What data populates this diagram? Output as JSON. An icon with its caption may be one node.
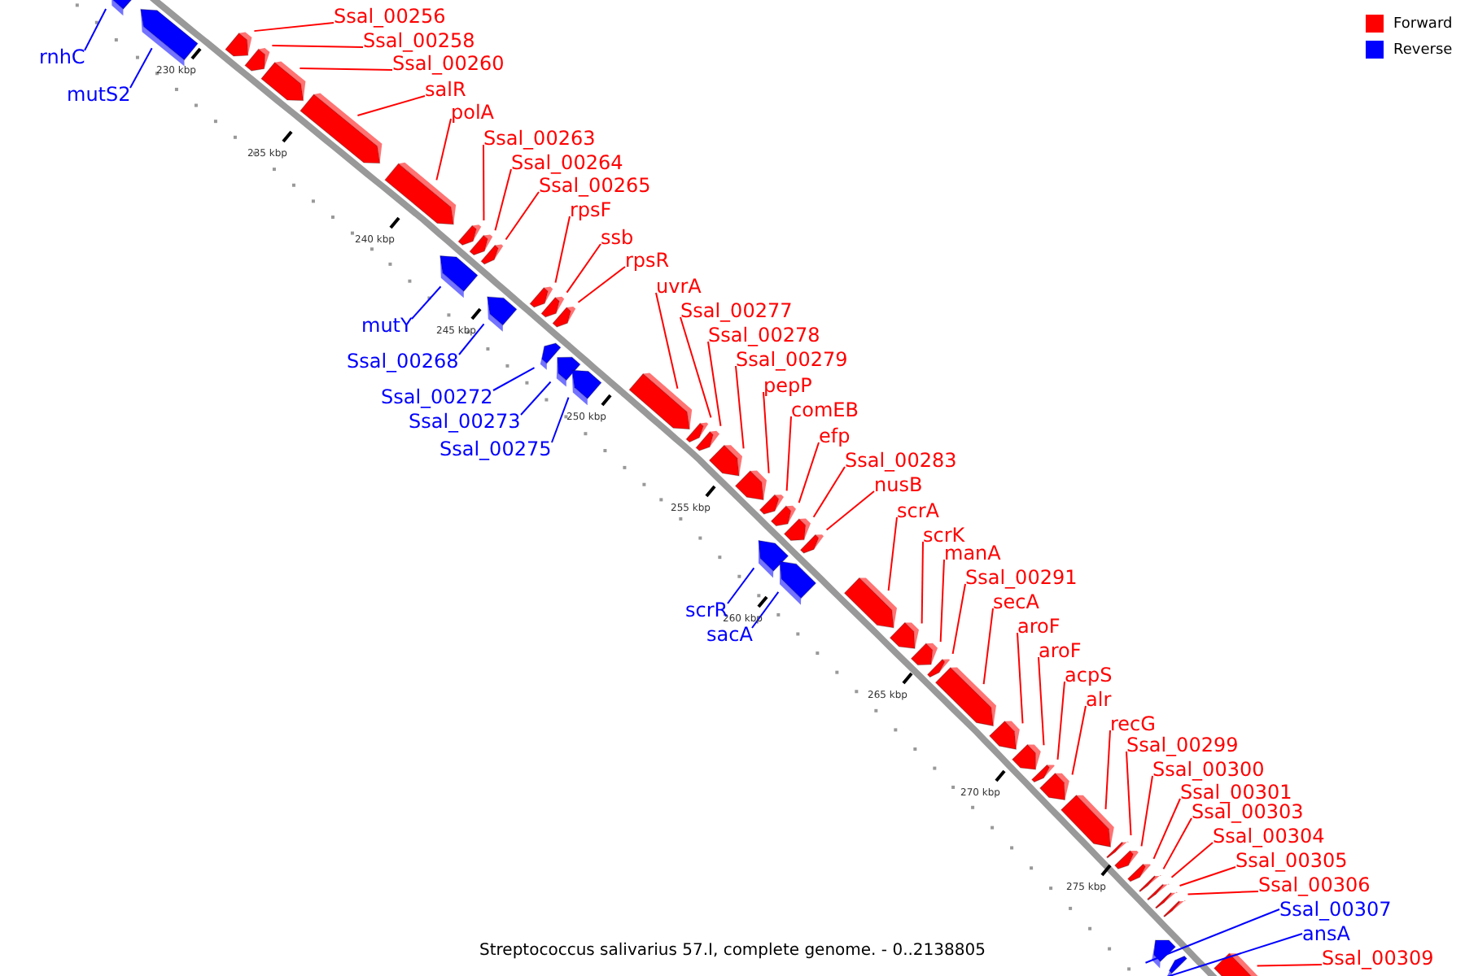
{
  "diagram": {
    "caption": "Streptococcus salivarius 57.I, complete genome. - 0..2138805",
    "nodes": [
      {
        "text": [
          "rnhC"
        ]
      },
      {
        "text": [],
        "shape": "arrow"
      },
      {
        "text": [
          "mutS2"
        ]
      },
      {
        "text": [],
        "shape": "arrow"
      },
      {
        "text": [
          "Ssal_00256"
        ]
      },
      {
        "text": [],
        "shape": "arrow"
      },
      {
        "text": [
          "Ssal_00258"
        ]
      },
      {
        "text": [],
        "shape": "arrow"
      },
      {
        "text": [
          "Ssal_00260"
        ]
      },
      {
        "text": [],
        "shape": "arrow"
      },
      {
        "text": [
          "salR"
        ]
      },
      {
        "text": [],
        "shape": "arrow"
      },
      {
        "text": [
          "polA"
        ]
      },
      {
        "text": [],
        "shape": "arrow"
      },
      {
        "text": [
          "mutY"
        ]
      },
      {
        "text": [],
        "shape": "arrow"
      },
      {
        "text": [
          "Ssal_00263"
        ]
      },
      {
        "text": [],
        "shape": "arrow"
      },
      {
        "text": [
          "Ssal_00264"
        ]
      },
      {
        "text": [],
        "shape": "arrow"
      },
      {
        "text": [
          "Ssal_00265"
        ]
      },
      {
        "text": [],
        "shape": "arrow"
      },
      {
        "text": [
          "Ssal_00268"
        ]
      },
      {
        "text": [],
        "shape": "arrow"
      },
      {
        "text": [
          "rpsF"
        ]
      },
      {
        "text": [],
        "shape": "arrow"
      },
      {
        "text": [
          "ssb"
        ]
      },
      {
        "text": [],
        "shape": "arrow"
      },
      {
        "text": [
          "rpsR"
        ]
      },
      {
        "text": [],
        "shape": "arrow"
      },
      {
        "text": [
          "Ssal_00272"
        ]
      },
      {
        "text": [],
        "shape": "arrow"
      },
      {
        "text": [
          "Ssal_00273"
        ]
      },
      {
        "text": [],
        "shape": "arrow"
      },
      {
        "text": [
          "Ssal_00275"
        ]
      },
      {
        "text": [],
        "shape": "arrow"
      },
      {
        "text": [
          "uvrA"
        ]
      },
      {
        "text": [],
        "shape": "arrow"
      },
      {
        "text": [
          "Ssal_00277"
        ]
      },
      {
        "text": [],
        "shape": "arrow"
      },
      {
        "text": [
          "Ssal_00278"
        ]
      },
      {
        "text": [],
        "shape": "arrow"
      },
      {
        "text": [
          "Ssal_00279"
        ]
      },
      {
        "text": [],
        "shape": "arrow"
      },
      {
        "text": [
          "pepP"
        ]
      },
      {
        "text": [],
        "shape": "arrow"
      },
      {
        "text": [
          "comEB"
        ]
      },
      {
        "text": [],
        "shape": "arrow"
      },
      {
        "text": [
          "efp"
        ]
      },
      {
        "text": [],
        "shape": "arrow"
      },
      {
        "text": [
          "Ssal_00283"
        ]
      },
      {
        "text": [],
        "shape": "arrow"
      },
      {
        "text": [
          "nusB"
        ]
      },
      {
        "text": [],
        "shape": "arrow"
      },
      {
        "text": [
          "scrR"
        ]
      },
      {
        "text": [],
        "shape": "arrow"
      },
      {
        "text": [
          "sacA"
        ]
      },
      {
        "text": [],
        "shape": "arrow"
      },
      {
        "text": [
          "scrA"
        ]
      },
      {
        "text": [],
        "shape": "arrow"
      },
      {
        "text": [
          "scrK"
        ]
      },
      {
        "text": [],
        "shape": "arrow"
      },
      {
        "text": [
          "manA"
        ]
      },
      {
        "text": [],
        "shape": "arrow"
      },
      {
        "text": [
          "Ssal_00291"
        ]
      },
      {
        "text": [],
        "shape": "arrow"
      },
      {
        "text": [
          "secA"
        ]
      },
      {
        "text": [],
        "shape": "arrow"
      },
      {
        "text": [
          "aroF"
        ]
      },
      {
        "text": [],
        "shape": "arrow"
      },
      {
        "text": [
          "aroF"
        ]
      },
      {
        "text": [],
        "shape": "arrow"
      },
      {
        "text": [
          "acpS"
        ]
      },
      {
        "text": [],
        "shape": "arrow"
      },
      {
        "text": [
          "alr"
        ]
      },
      {
        "text": [],
        "shape": "arrow"
      },
      {
        "text": [
          "recG"
        ]
      },
      {
        "text": [],
        "shape": "arrow"
      },
      {
        "text": [
          "Ssal_00299"
        ]
      },
      {
        "text": [],
        "shape": "arrow"
      },
      {
        "text": [
          "Ssal_00300"
        ]
      },
      {
        "text": [],
        "shape": "arrow"
      },
      {
        "text": [
          "Ssal_00301"
        ]
      },
      {
        "text": [],
        "shape": "arrow"
      },
      {
        "text": [
          "Ssal_00303"
        ]
      },
      {
        "text": [],
        "shape": "arrow"
      },
      {
        "text": [
          "Ssal_00304"
        ]
      },
      {
        "text": [],
        "shape": "arrow"
      },
      {
        "text": [
          "Ssal_00305"
        ]
      },
      {
        "text": [],
        "shape": "arrow"
      },
      {
        "text": [
          "Ssal_00306"
        ]
      },
      {
        "text": [],
        "shape": "arrow"
      },
      {
        "text": [
          "Ssal_00307"
        ]
      },
      {
        "text": [],
        "shape": "arrow"
      },
      {
        "text": [
          "ansA"
        ]
      },
      {
        "text": [],
        "shape": "arrow"
      },
      {
        "text": [
          "Ssal_00309"
        ]
      },
      {
        "text": [],
        "shape": "arrow"
      }
    ],
    "edges": [
      {
        "from": 0,
        "to": 1,
        "arrow": "none",
        "color": "#0000ff"
      },
      {
        "from": 2,
        "to": 3,
        "arrow": "none",
        "color": "#0000ff"
      },
      {
        "from": 4,
        "to": 5,
        "arrow": "none"
      },
      {
        "from": 6,
        "to": 7,
        "arrow": "none"
      },
      {
        "from": 8,
        "to": 9,
        "arrow": "none"
      },
      {
        "from": 10,
        "to": 11,
        "arrow": "none"
      },
      {
        "from": 12,
        "to": 13,
        "arrow": "none"
      },
      {
        "from": 14,
        "to": 15,
        "arrow": "none",
        "color": "#0000ff"
      },
      {
        "from": 16,
        "to": 17,
        "arrow": "none"
      },
      {
        "from": 18,
        "to": 19,
        "arrow": "none"
      },
      {
        "from": 20,
        "to": 21,
        "arrow": "none"
      },
      {
        "from": 22,
        "to": 23,
        "arrow": "none",
        "color": "#0000ff"
      },
      {
        "from": 24,
        "to": 25,
        "arrow": "none"
      },
      {
        "from": 26,
        "to": 27,
        "arrow": "none"
      },
      {
        "from": 28,
        "to": 29,
        "arrow": "none"
      },
      {
        "from": 30,
        "to": 31,
        "arrow": "none",
        "color": "#0000ff"
      },
      {
        "from": 32,
        "to": 33,
        "arrow": "none",
        "color": "#0000ff"
      },
      {
        "from": 34,
        "to": 35,
        "arrow": "none",
        "color": "#0000ff"
      },
      {
        "from": 36,
        "to": 37,
        "arrow": "none"
      },
      {
        "from": 38,
        "to": 39,
        "arrow": "none"
      },
      {
        "from": 40,
        "to": 41,
        "arrow": "none"
      },
      {
        "from": 42,
        "to": 43,
        "arrow": "none"
      },
      {
        "from": 44,
        "to": 45,
        "arrow": "none"
      },
      {
        "from": 46,
        "to": 47,
        "arrow": "none"
      },
      {
        "from": 48,
        "to": 49,
        "arrow": "none"
      },
      {
        "from": 50,
        "to": 51,
        "arrow": "none"
      },
      {
        "from": 52,
        "to": 53,
        "arrow": "none"
      },
      {
        "from": 54,
        "to": 55,
        "arrow": "none",
        "color": "#0000ff"
      },
      {
        "from": 56,
        "to": 57,
        "arrow": "none",
        "color": "#0000ff"
      },
      {
        "from": 58,
        "to": 59,
        "arrow": "none"
      },
      {
        "from": 60,
        "to": 61,
        "arrow": "none"
      },
      {
        "from": 62,
        "to": 63,
        "arrow": "none"
      },
      {
        "from": 64,
        "to": 65,
        "arrow": "none"
      },
      {
        "from": 66,
        "to": 67,
        "arrow": "none"
      },
      {
        "from": 68,
        "to": 69,
        "arrow": "none"
      },
      {
        "from": 70,
        "to": 71,
        "arrow": "none"
      },
      {
        "from": 72,
        "to": 73,
        "arrow": "none"
      },
      {
        "from": 74,
        "to": 75,
        "arrow": "none"
      },
      {
        "from": 76,
        "to": 77,
        "arrow": "none"
      },
      {
        "from": 78,
        "to": 79,
        "arrow": "none"
      },
      {
        "from": 80,
        "to": 81,
        "arrow": "none"
      },
      {
        "from": 82,
        "to": 83,
        "arrow": "none"
      },
      {
        "from": 84,
        "to": 85,
        "arrow": "none"
      },
      {
        "from": 86,
        "to": 87,
        "arrow": "none"
      },
      {
        "from": 88,
        "to": 89,
        "arrow": "none"
      },
      {
        "from": 90,
        "to": 91,
        "arrow": "none"
      },
      {
        "from": 92,
        "to": 93,
        "arrow": "none",
        "color": "#0000ff"
      },
      {
        "from": 94,
        "to": 95,
        "arrow": "none",
        "color": "#0000ff"
      },
      {
        "from": 96,
        "to": 97,
        "arrow": "none"
      }
    ],
    "labels": [
      "230 kbp",
      "235 kbp",
      "240 kbp",
      "245 kbp",
      "250 kbp",
      "255 kbp",
      "260 kbp",
      "265 kbp",
      "270 kbp",
      "275 kbp"
    ],
    "legend": [
      {
        "text": "Forward",
        "color": "#ff0000"
      },
      {
        "text": "Reverse",
        "color": "#0000ff"
      }
    ]
  }
}
